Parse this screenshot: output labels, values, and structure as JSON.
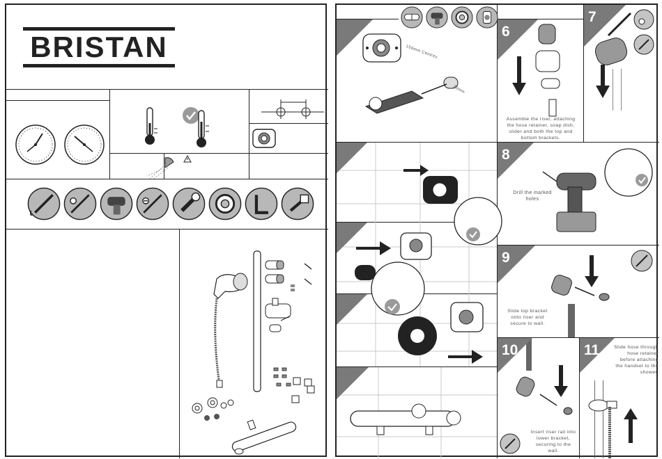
{
  "brand": {
    "name": "BRISTAN"
  },
  "page1": {
    "section_tools": {
      "tool_icons": [
        "silicone-gun-icon",
        "flat-screwdriver-icon",
        "drill-icon",
        "phillips-screwdriver-icon",
        "adjustable-spanner-icon",
        "ptfe-tape-icon",
        "allen-key-icon",
        "socket-wrench-icon"
      ]
    },
    "icons": [
      "pressure-gauge-icon",
      "thermometer-icon",
      "dimension-drawing-icon",
      "wall-plate-icon",
      "shower-spray-icon",
      "warning-icon"
    ]
  },
  "page2": {
    "header_icons": [
      "safety-goggles-icon",
      "drill-icon",
      "ptfe-tape-icon",
      "stop-valve-icon"
    ],
    "step1": {
      "dim_centres": "150mm Centres",
      "dim_depth": "25mm"
    },
    "step6": {
      "num": "6",
      "caption": "Assemble the riser, attaching the hose retainer, soap dish, slider and both the top and bottom brackets."
    },
    "step7": {
      "num": "7"
    },
    "step8": {
      "num": "8",
      "caption": "Drill the marked holes"
    },
    "step9": {
      "num": "9",
      "caption": "Slide top bracket onto riser and secure to wall."
    },
    "step10": {
      "num": "10",
      "caption": "Insert riser rail into lower bracket, securing to the wall."
    },
    "step11": {
      "num": "11",
      "caption": "Slide hose through hose retainer before attaching the handset to the shower."
    }
  },
  "colors": {
    "ink": "#222222",
    "tile": "#c9c9c9",
    "wedge": "#7a7a7a",
    "tool_bg": "#b8b8b8"
  }
}
